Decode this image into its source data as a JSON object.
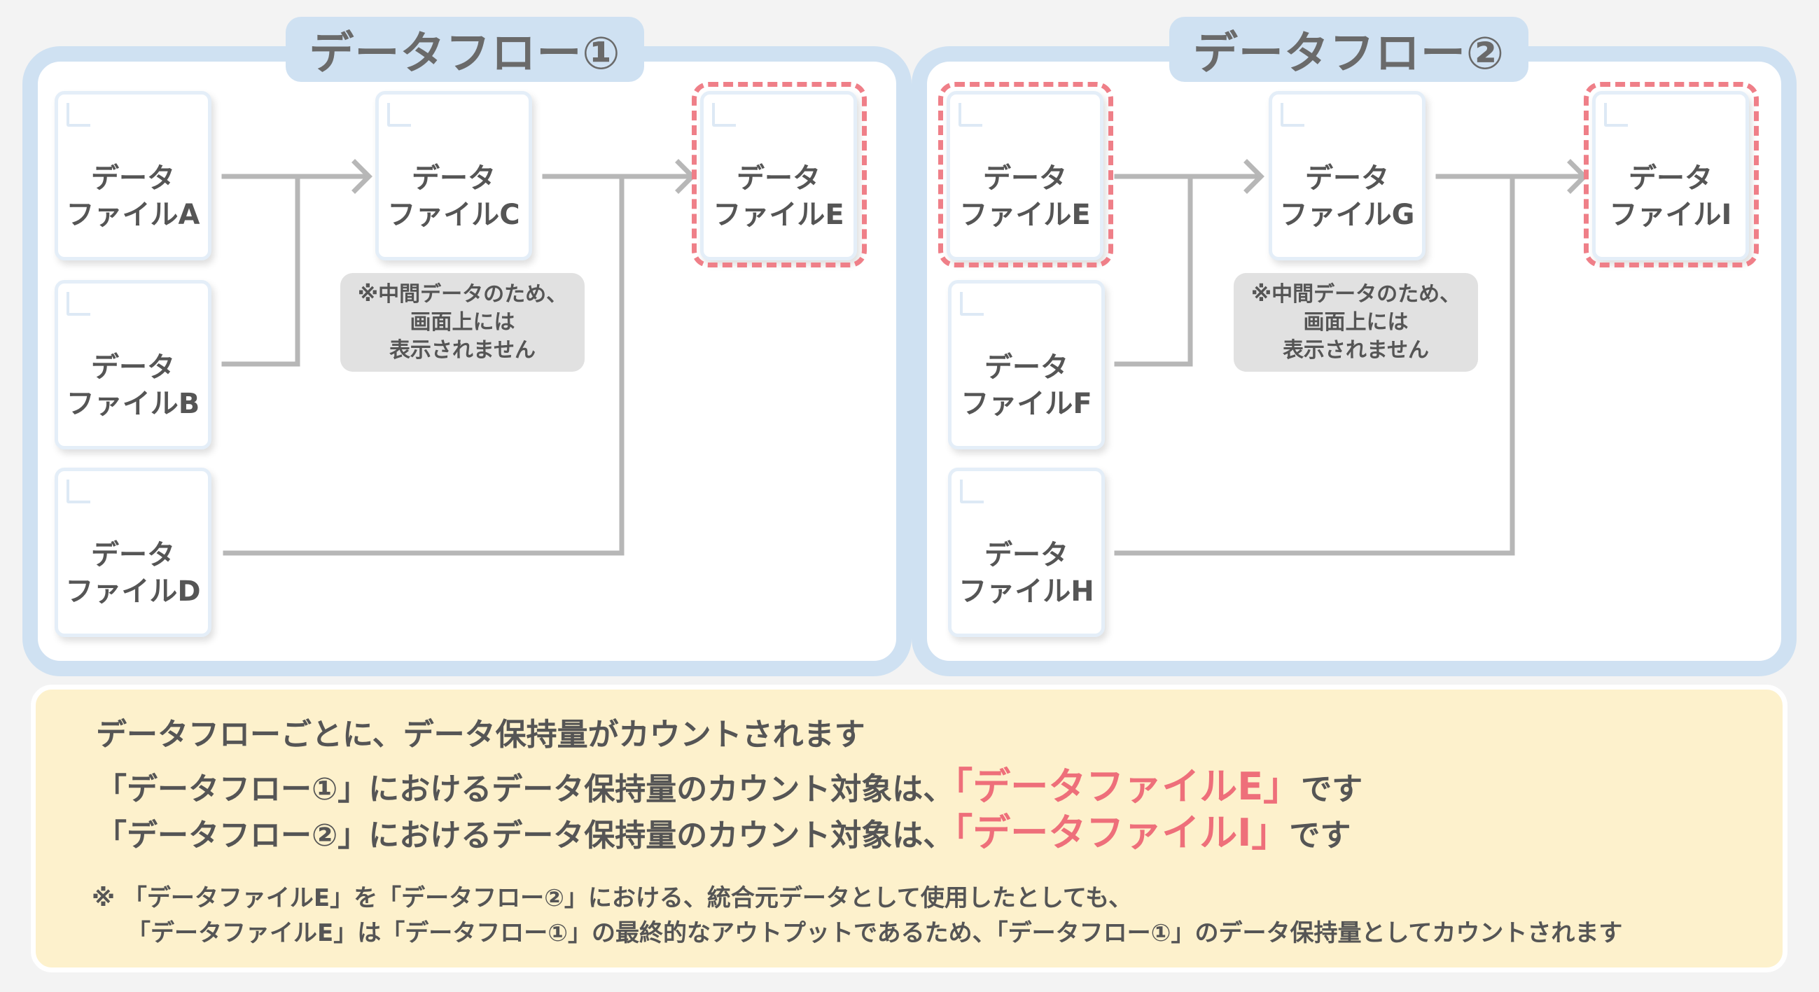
{
  "flow1": {
    "title": "データフロー①",
    "files": {
      "a": [
        "データ",
        "ファイルA"
      ],
      "b": [
        "データ",
        "ファイルB"
      ],
      "c": [
        "データ",
        "ファイルC"
      ],
      "d": [
        "データ",
        "ファイルD"
      ],
      "e": [
        "データ",
        "ファイルE"
      ]
    },
    "note": [
      "※中間データのため、",
      "画面上には",
      "表示されません"
    ]
  },
  "flow2": {
    "title": "データフロー②",
    "files": {
      "e": [
        "データ",
        "ファイルE"
      ],
      "f": [
        "データ",
        "ファイルF"
      ],
      "g": [
        "データ",
        "ファイルG"
      ],
      "h": [
        "データ",
        "ファイルH"
      ],
      "i": [
        "データ",
        "ファイルI"
      ]
    },
    "note": [
      "※中間データのため、",
      "画面上には",
      "表示されません"
    ]
  },
  "summary": {
    "line1": "データフローごとに、データ保持量がカウントされます",
    "line2_pre": "「データフロー①」におけるデータ保持量のカウント対象は、",
    "line2_hl": "「データファイルE」",
    "line2_post": "です",
    "line3_pre": "「データフロー②」におけるデータ保持量のカウント対象は、",
    "line3_hl": "「データファイルI」",
    "line3_post": "です",
    "note1": "※ 「データファイルE」を「データフロー②」における、統合元データとして使用したとしても、",
    "note2": "「データファイルE」は「データフロー①」の最終的なアウトプットであるため、「データフロー①」のデータ保持量としてカウントされます"
  },
  "colors": {
    "panel_border": "#cfe1f2",
    "highlight": "#ef7f88",
    "connector": "#b7b7b7",
    "summary_bg": "#fdf1cc"
  }
}
